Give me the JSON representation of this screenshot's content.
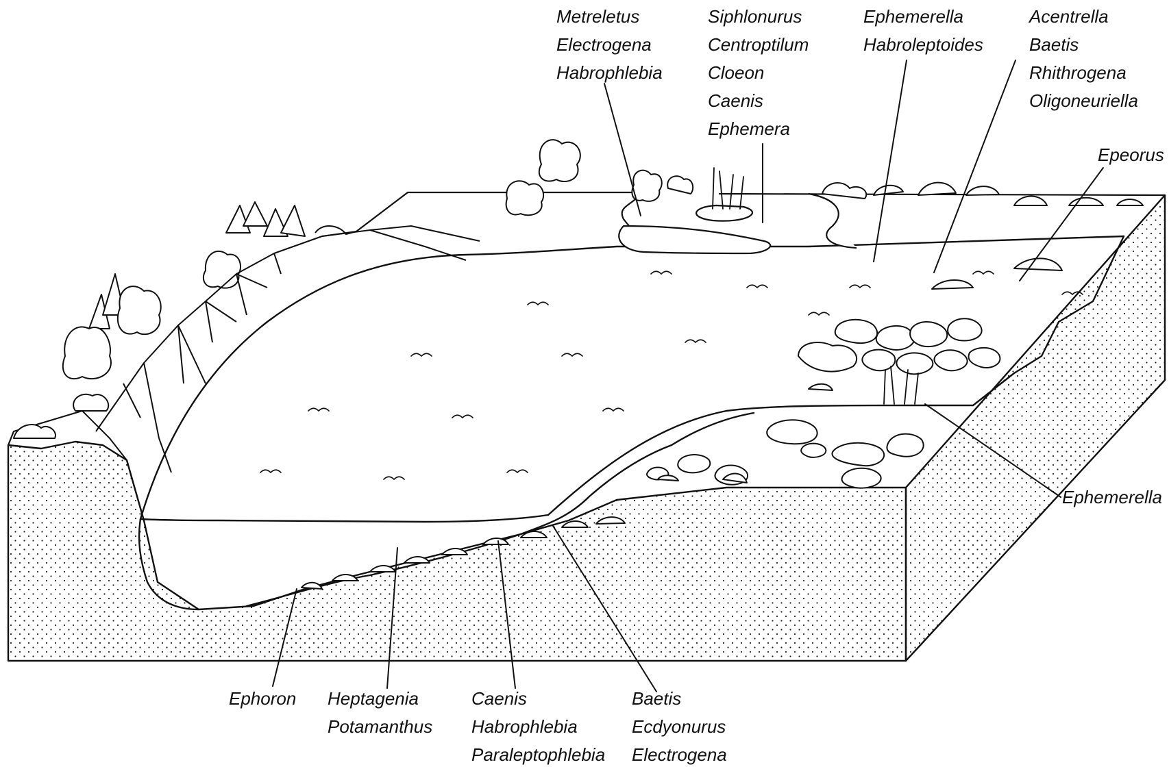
{
  "labels": {
    "metreletus_group": [
      "Metreletus",
      "Electrogena",
      "Habrophlebia"
    ],
    "siphlonurus_group": [
      "Siphlonurus",
      "Centroptilum",
      "Cloeon",
      "Caenis",
      "Ephemera"
    ],
    "ephemerella_top_group": [
      "Ephemerella",
      "Habroleptoides"
    ],
    "acentrella_group": [
      "Acentrella",
      "Baetis",
      "Rhithrogena",
      "Oligoneuriella"
    ],
    "epeorus": "Epeorus",
    "ephemerella_right": "Ephemerella",
    "ephoron": "Ephoron",
    "heptagenia_group": [
      "Heptagenia",
      "Potamanthus"
    ],
    "caenis_group": [
      "Caenis",
      "Habrophlebia",
      "Paraleptophlebia"
    ],
    "baetis_group": [
      "Baetis",
      "Ecdyonurus",
      "Electrogena"
    ]
  },
  "colors": {
    "ink": "#111111",
    "background": "#ffffff"
  }
}
